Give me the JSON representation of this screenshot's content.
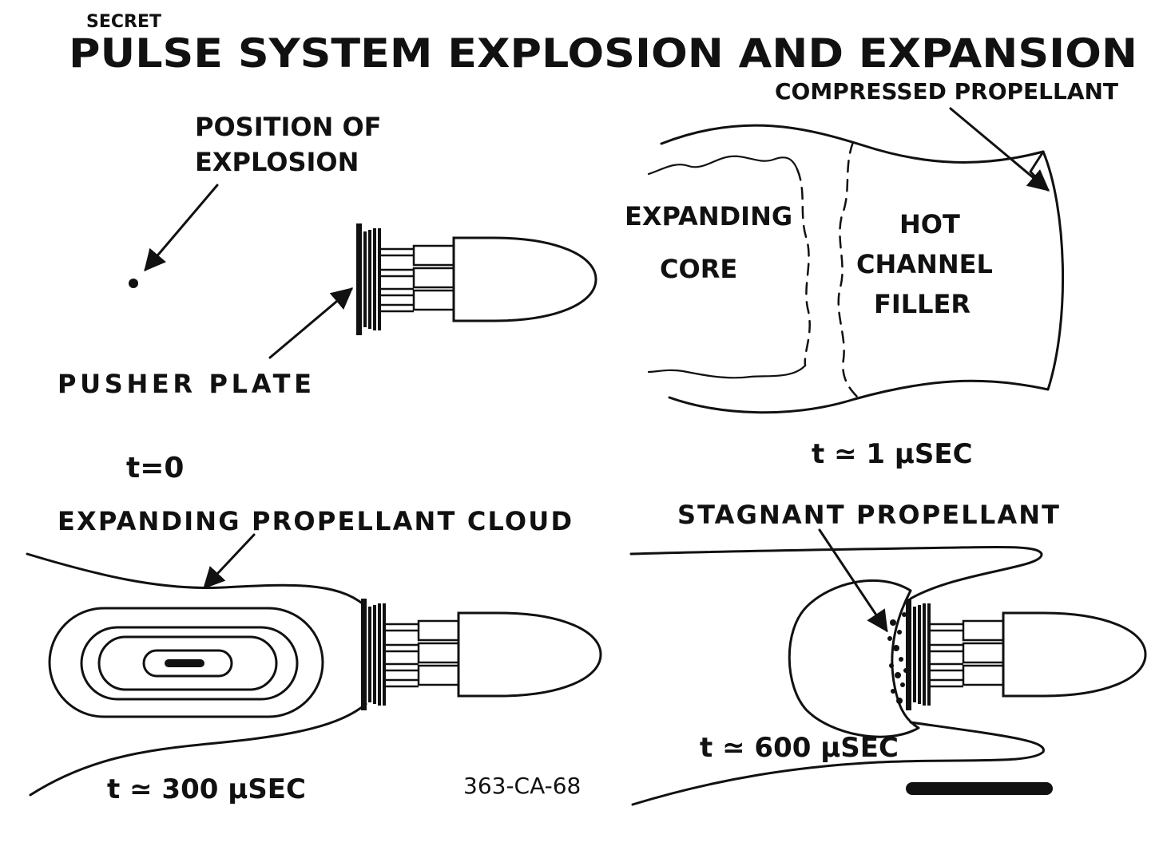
{
  "header": {
    "classification": "SECRET",
    "title": "PULSE SYSTEM EXPLOSION AND EXPANSION"
  },
  "panels": {
    "top_left": {
      "label_position_line1": "POSITION OF",
      "label_position_line2": "EXPLOSION",
      "label_pusher": "PUSHER PLATE",
      "time": "t=0"
    },
    "top_right": {
      "label_compressed": "COMPRESSED PROPELLANT",
      "label_core_line1": "EXPANDING",
      "label_core_line2": "CORE",
      "label_hot_line1": "HOT",
      "label_hot_line2": "CHANNEL",
      "label_hot_line3": "FILLER",
      "time": "t ≃ 1 μSEC"
    },
    "bottom_left": {
      "label_cloud": "EXPANDING PROPELLANT CLOUD",
      "time": "t ≃ 300 μSEC",
      "figure_id": "363-CA-68"
    },
    "bottom_right": {
      "label_stagnant": "STAGNANT PROPELLANT",
      "time": "t ≃ 600 μSEC"
    }
  },
  "colors": {
    "ink": "#111111",
    "paper": "#ffffff"
  }
}
